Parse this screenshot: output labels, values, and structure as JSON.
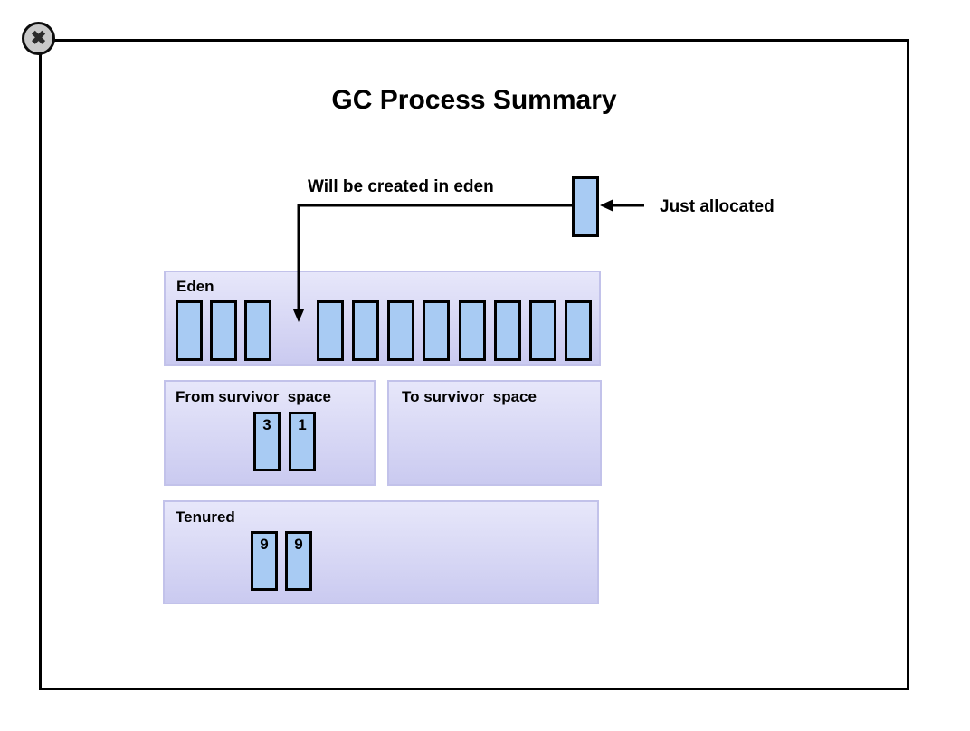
{
  "window": {
    "close_icon": "✖"
  },
  "title": "GC Process Summary",
  "annotations": {
    "created_label": "Will be created in eden",
    "allocated_label": "Just allocated"
  },
  "regions": {
    "eden": {
      "label": "Eden",
      "left_cell_count": 3,
      "right_cell_count": 8
    },
    "from_survivor": {
      "label": "From survivor  space",
      "cells": [
        "3",
        "1"
      ]
    },
    "to_survivor": {
      "label": "To survivor  space",
      "cells": []
    },
    "tenured": {
      "label": "Tenured",
      "cells": [
        "9",
        "9"
      ]
    }
  },
  "colors": {
    "cell_fill": "#A8CBF3",
    "region_top": "#E7E7FA",
    "region_bottom": "#CACAF0",
    "region_border": "#C2C2EA",
    "frame_border": "#000000"
  }
}
